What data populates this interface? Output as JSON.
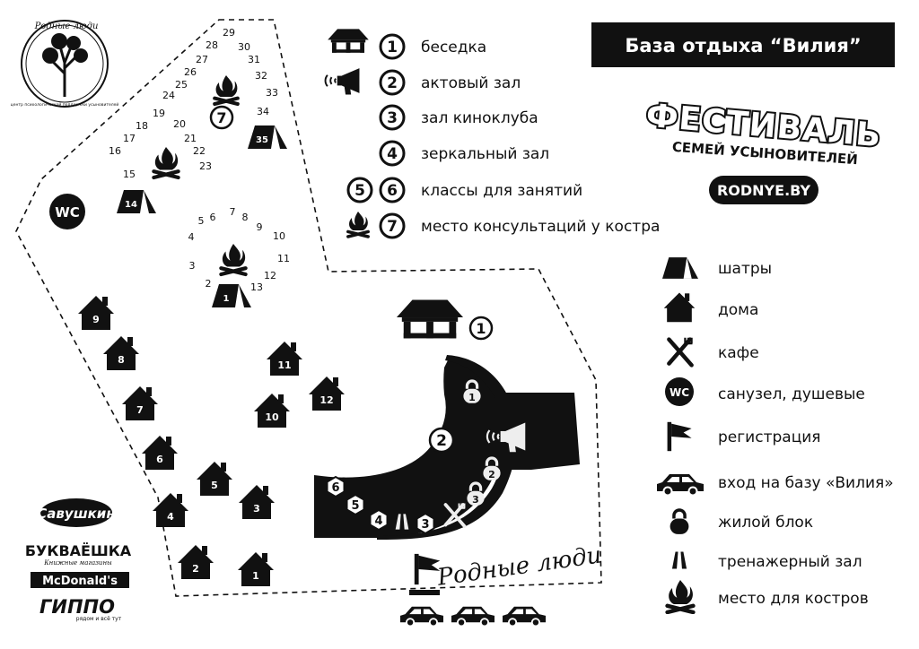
{
  "title": "База отдыха “Вилия”",
  "festival": {
    "line1": "ФЕСТИВАЛЬ",
    "line2": "СЕМЕЙ УСЫНОВИТЕЛЕЙ",
    "site": "RODNYE.BY"
  },
  "logo": {
    "name": "Родные люди",
    "subtitle": "центр психологической поддержки усыновителей"
  },
  "numbered_legend": [
    {
      "marks": [
        "1"
      ],
      "label": "беседка",
      "icon": "gazebo-icon"
    },
    {
      "marks": [
        "2"
      ],
      "label": "актовый зал",
      "icon": "megaphone-icon"
    },
    {
      "marks": [
        "3"
      ],
      "label": "зал киноклуба",
      "icon": ""
    },
    {
      "marks": [
        "4"
      ],
      "label": "зеркальный зал",
      "icon": ""
    },
    {
      "marks": [
        "5",
        "6"
      ],
      "label": "классы для занятий",
      "icon": ""
    },
    {
      "marks": [
        "7"
      ],
      "label": "место консультаций у костра",
      "icon": "campfire-icon"
    }
  ],
  "symbol_legend": [
    {
      "icon": "tent-icon",
      "label": "шатры"
    },
    {
      "icon": "house-icon",
      "label": "дома"
    },
    {
      "icon": "fork-knife-icon",
      "label": "кафе"
    },
    {
      "icon": "wc-icon",
      "label": "санузел, душевые"
    },
    {
      "icon": "flag-icon",
      "label": "регистрация"
    },
    {
      "icon": "car-icon",
      "label": "вход на базу «Вилия»"
    },
    {
      "icon": "lock-icon",
      "label": "жилой блок"
    },
    {
      "icon": "gym-icon",
      "label": "тренажерный зал"
    },
    {
      "icon": "campfire-icon",
      "label": "место для костров"
    }
  ],
  "map": {
    "wc_label": "WC",
    "tent_numbers_lower": [
      "1",
      "2",
      "3",
      "4",
      "5",
      "6",
      "7",
      "8",
      "9",
      "10",
      "11",
      "12",
      "13"
    ],
    "tent_numbers_upper": [
      "14",
      "15",
      "16",
      "17",
      "18",
      "19",
      "20",
      "21",
      "22",
      "23",
      "24",
      "25",
      "26",
      "27",
      "28",
      "29",
      "30",
      "31",
      "32",
      "33",
      "34",
      "35"
    ],
    "houses": [
      "1",
      "2",
      "3",
      "4",
      "5",
      "6",
      "7",
      "8",
      "9",
      "10",
      "11",
      "12"
    ],
    "fire_marker": "7",
    "gazebo_marker": "1",
    "hall_marker": "2",
    "hall_numbers": [
      "6",
      "5",
      "4",
      "3"
    ],
    "lock_numbers": [
      "1",
      "2",
      "3"
    ],
    "script_label": "Родные люди"
  },
  "sponsors": [
    "Савушкин",
    "БУКВАЁШКА",
    "Книжные магазины",
    "McDonald's",
    "ГИППО",
    "рядом и всё тут"
  ],
  "colors": {
    "ink": "#111111",
    "paper": "#ffffff"
  }
}
